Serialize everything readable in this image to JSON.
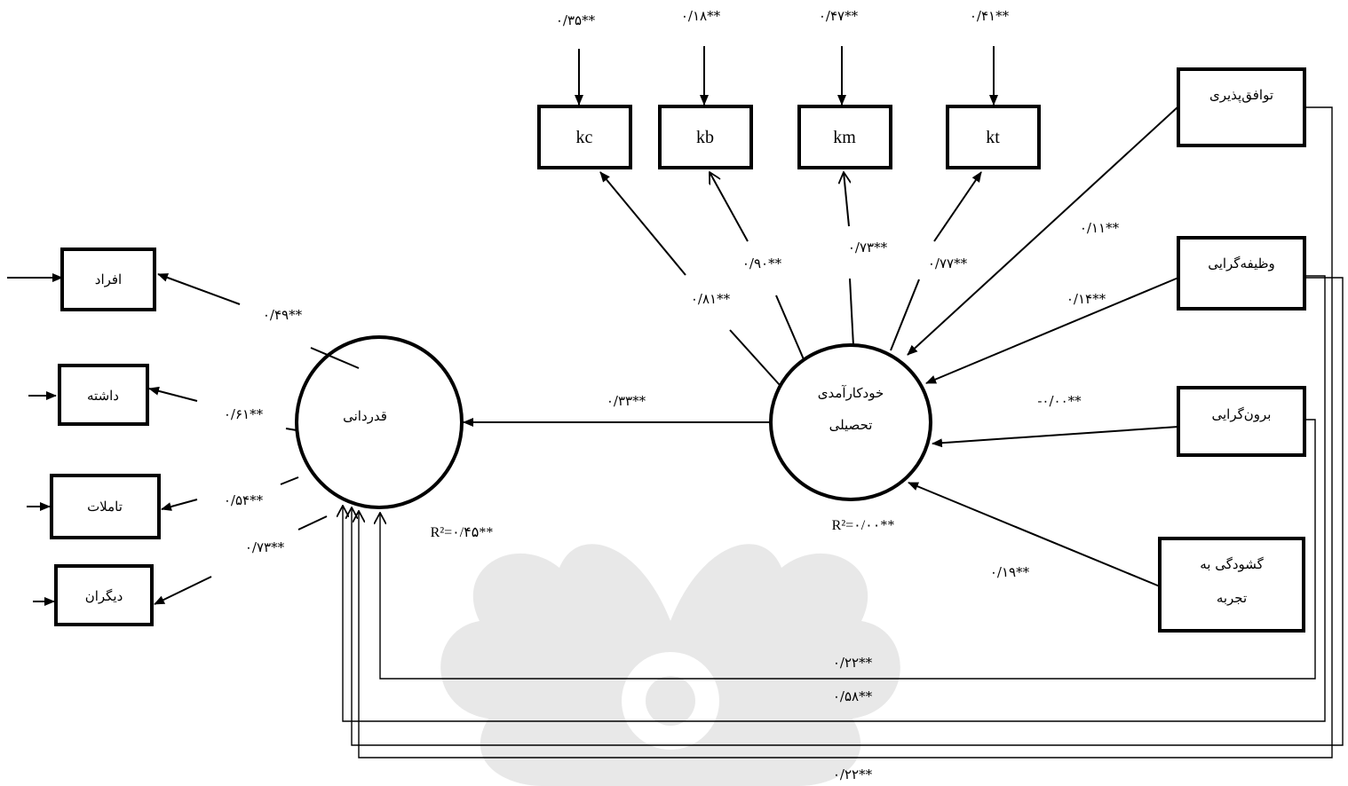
{
  "watermark": {
    "icon": "ornament-watermark-icon",
    "color": "#e6e6e6"
  },
  "latent": {
    "gratitude": "قدردانی",
    "efficacy_line1": "خودکارآمدی",
    "efficacy_line2": "تحصیلی"
  },
  "efficacy_indicators": [
    "kc",
    "kb",
    "km",
    "kt"
  ],
  "gratitude_indicators": [
    "افراد",
    "داشته",
    "تاملات",
    "دیگران"
  ],
  "personality": {
    "agreeableness": "توافق‌پذیری",
    "conscientiousness": "وظیفه‌گرایی",
    "extraversion": "برون‌گرایی",
    "openness_line1": "گشودگی به",
    "openness_line2": "تجربه"
  },
  "error_labels": [
    "۰/۳۵**",
    "۰/۱۸**",
    "۰/۴۷**",
    "۰/۴۱**"
  ],
  "loadings": {
    "kc": "۰/۸۱**",
    "kb": "۰/۹۰**",
    "km": "۰/۷۳**",
    "kt": "۰/۷۷**",
    "afrad": "۰/۴۹**",
    "dashte": "۰/۶۱**",
    "taamolat": "۰/۵۴**",
    "digaran": "۰/۷۳**"
  },
  "paths": {
    "efficacy_to_gratitude": "۰/۳۳**",
    "agreeableness": "۰/۱۱**",
    "conscientiousness": "۰/۱۴**",
    "extraversion": "-۰/۰۰**",
    "openness": "۰/۱۹**",
    "bottom_1": "۰/۲۲**",
    "bottom_2": "۰/۵۸**",
    "bottom_3": "۰/۲۲**"
  },
  "r2": {
    "gratitude": "R²=۰/۴۵**",
    "efficacy": "R²=۰/۰۰**"
  }
}
